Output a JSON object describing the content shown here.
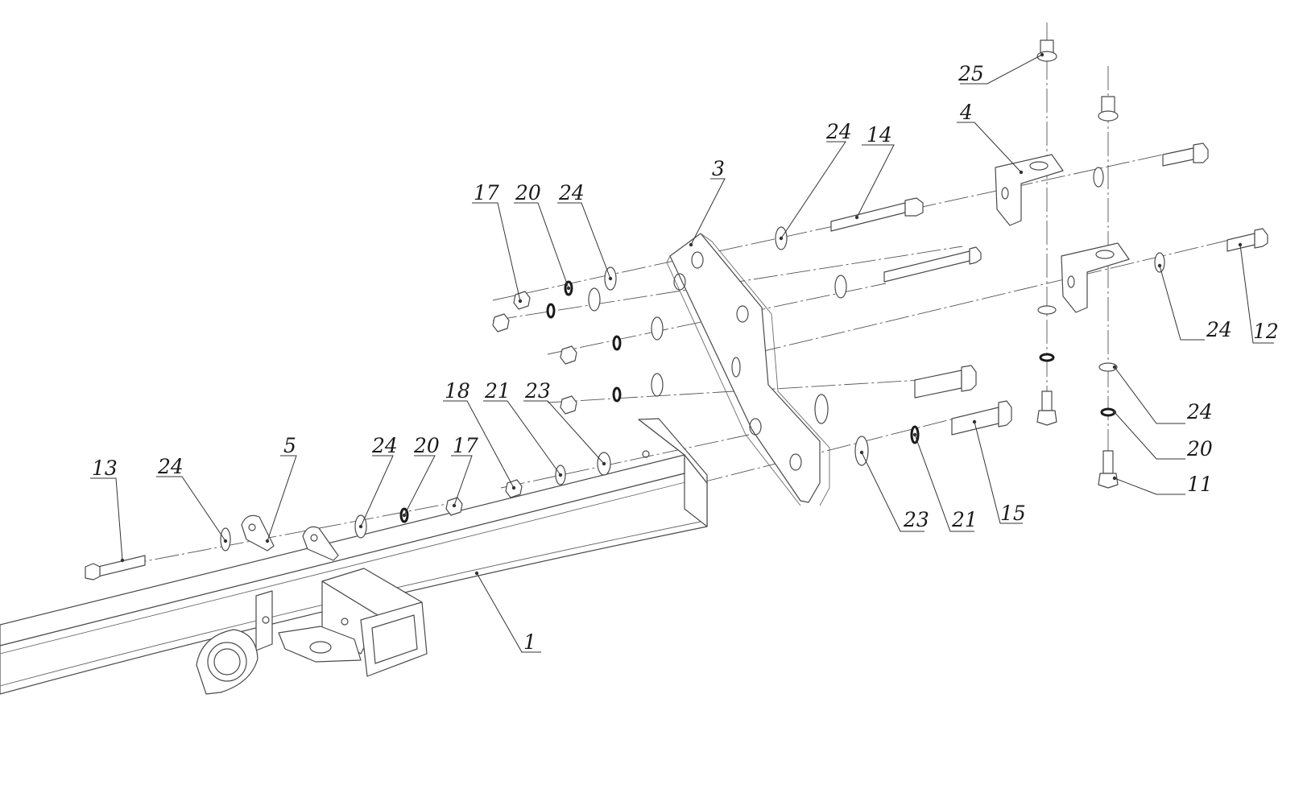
{
  "callouts": [
    {
      "id": "c25a",
      "text": "25"
    },
    {
      "id": "c4",
      "text": "4"
    },
    {
      "id": "c24a",
      "text": "24"
    },
    {
      "id": "c14",
      "text": "14"
    },
    {
      "id": "c3",
      "text": "3"
    },
    {
      "id": "c17a",
      "text": "17"
    },
    {
      "id": "c20a",
      "text": "20"
    },
    {
      "id": "c24b",
      "text": "24"
    },
    {
      "id": "c24c",
      "text": "24"
    },
    {
      "id": "c12",
      "text": "12"
    },
    {
      "id": "c24d",
      "text": "24"
    },
    {
      "id": "c20b",
      "text": "20"
    },
    {
      "id": "c11",
      "text": "11"
    },
    {
      "id": "c18",
      "text": "18"
    },
    {
      "id": "c21a",
      "text": "21"
    },
    {
      "id": "c23a",
      "text": "23"
    },
    {
      "id": "c13",
      "text": "13"
    },
    {
      "id": "c24e",
      "text": "24"
    },
    {
      "id": "c5",
      "text": "5"
    },
    {
      "id": "c24f",
      "text": "24"
    },
    {
      "id": "c20c",
      "text": "20"
    },
    {
      "id": "c17b",
      "text": "17"
    },
    {
      "id": "c23b",
      "text": "23"
    },
    {
      "id": "c21b",
      "text": "21"
    },
    {
      "id": "c15",
      "text": "15"
    },
    {
      "id": "c1",
      "text": "1"
    }
  ]
}
